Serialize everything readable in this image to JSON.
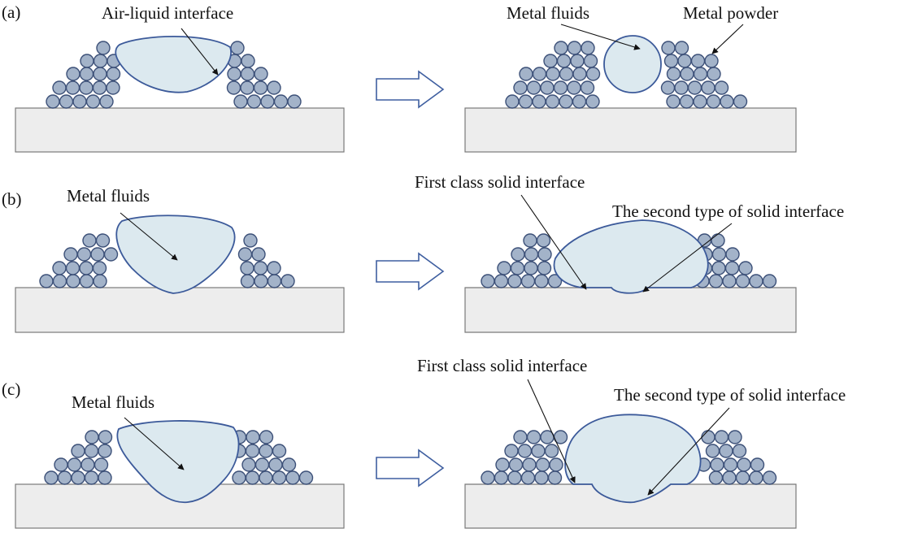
{
  "panels": {
    "a": {
      "tag": "(a)",
      "before_label": "Air-liquid interface",
      "after_labels": {
        "fluid": "Metal fluids",
        "powder": "Metal powder"
      }
    },
    "b": {
      "tag": "(b)",
      "before_label": "Metal fluids",
      "after_labels": {
        "first": "First class solid interface",
        "second": "The second type of solid interface"
      }
    },
    "c": {
      "tag": "(c)",
      "before_label": "Metal fluids",
      "after_labels": {
        "first": "First class solid interface",
        "second": "The second type of solid interface"
      }
    }
  },
  "colors": {
    "particle": "#a3b3c9",
    "particle_edge": "#3c5078",
    "pool": "#dce9ef",
    "pool_edge": "#3c5a9a",
    "substrate": "#ededed",
    "arrow_edge": "#3f5fa0"
  }
}
